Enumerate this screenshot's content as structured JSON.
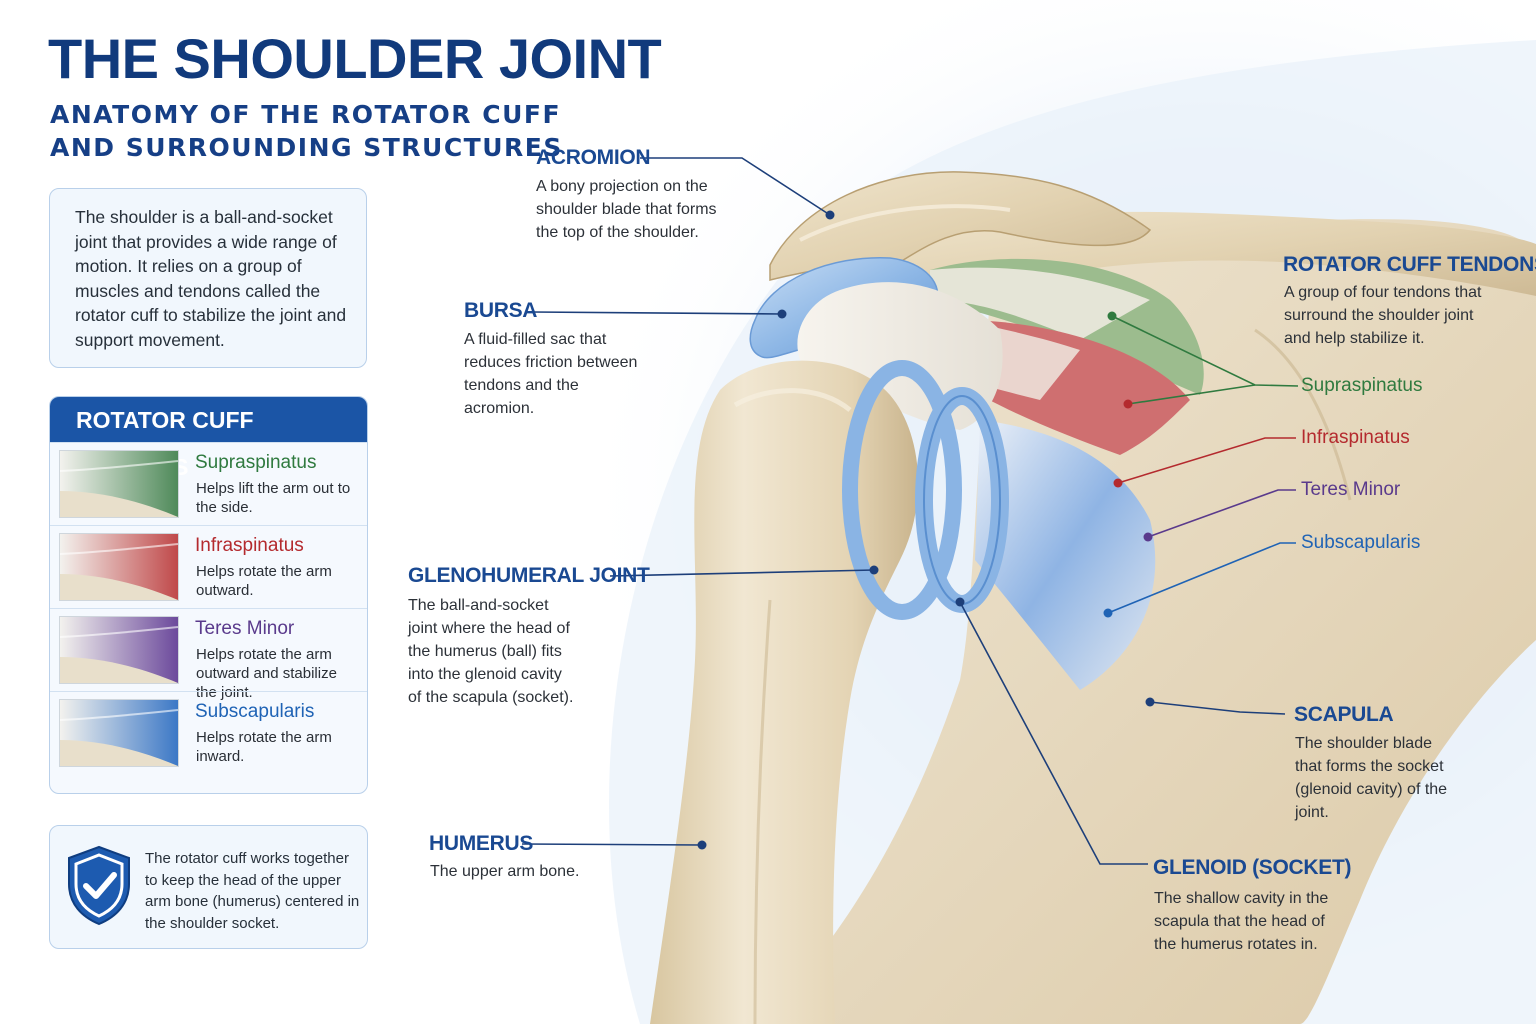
{
  "title": "THE SHOULDER JOINT",
  "subtitle": [
    "ANATOMY OF THE ROTATOR CUFF",
    "AND SURROUNDING STRUCTURES"
  ],
  "intro": "The shoulder is a ball-and-socket joint that provides a wide range of motion. It relies on a group of muscles and tendons called the rotator cuff to stabilize the joint and support movement.",
  "tendon_panel": {
    "heading": "ROTATOR CUFF TENDONS",
    "items": [
      {
        "name": "Supraspinatus",
        "desc": "Helps lift the arm out to the side.",
        "color": "#2f7a3f"
      },
      {
        "name": "Infraspinatus",
        "desc": "Helps rotate the arm outward.",
        "color": "#b42a2e"
      },
      {
        "name": "Teres Minor",
        "desc": "Helps rotate the arm outward and stabilize the joint.",
        "color": "#5a3a8c"
      },
      {
        "name": "Subscapularis",
        "desc": "Helps rotate the arm inward.",
        "color": "#1f63b5"
      }
    ]
  },
  "note": "The rotator cuff works together to keep the head of the upper arm bone (humerus) centered in the shoulder socket.",
  "callouts": {
    "acromion": {
      "label": "ACROMION",
      "desc": "A bony projection on the shoulder blade that forms the top of the shoulder."
    },
    "bursa": {
      "label": "BURSA",
      "desc": "A fluid-filled sac that reduces friction between tendons and the acromion."
    },
    "glenohumeral": {
      "label": "GLENOHUMERAL JOINT",
      "desc": "The ball-and-socket joint where the head of the humerus (ball) fits into the glenoid cavity of the scapula (socket)."
    },
    "humerus": {
      "label": "HUMERUS",
      "desc": "The upper arm bone."
    },
    "glenoid": {
      "label": "GLENOID (SOCKET)",
      "desc": "The shallow cavity in the scapula that the head of the humerus rotates in."
    },
    "scapula": {
      "label": "SCAPULA",
      "desc": "The shoulder blade that forms the socket (glenoid cavity) of the joint."
    },
    "rotator_cuff": {
      "label": "ROTATOR CUFF TENDONS",
      "desc": "A group of four tendons that surround the shoulder joint and help stabilize it."
    }
  },
  "tendon_labels": [
    "Supraspinatus",
    "Infraspinatus",
    "Teres Minor",
    "Subscapularis"
  ],
  "colors": {
    "navy": "#113a7c",
    "label_blue": "#1a4992",
    "panel_header": "#1b55a6",
    "bone": "#e6d9bd",
    "bursa": "#9cc2ea"
  },
  "icons": [
    "shield-check-icon"
  ]
}
